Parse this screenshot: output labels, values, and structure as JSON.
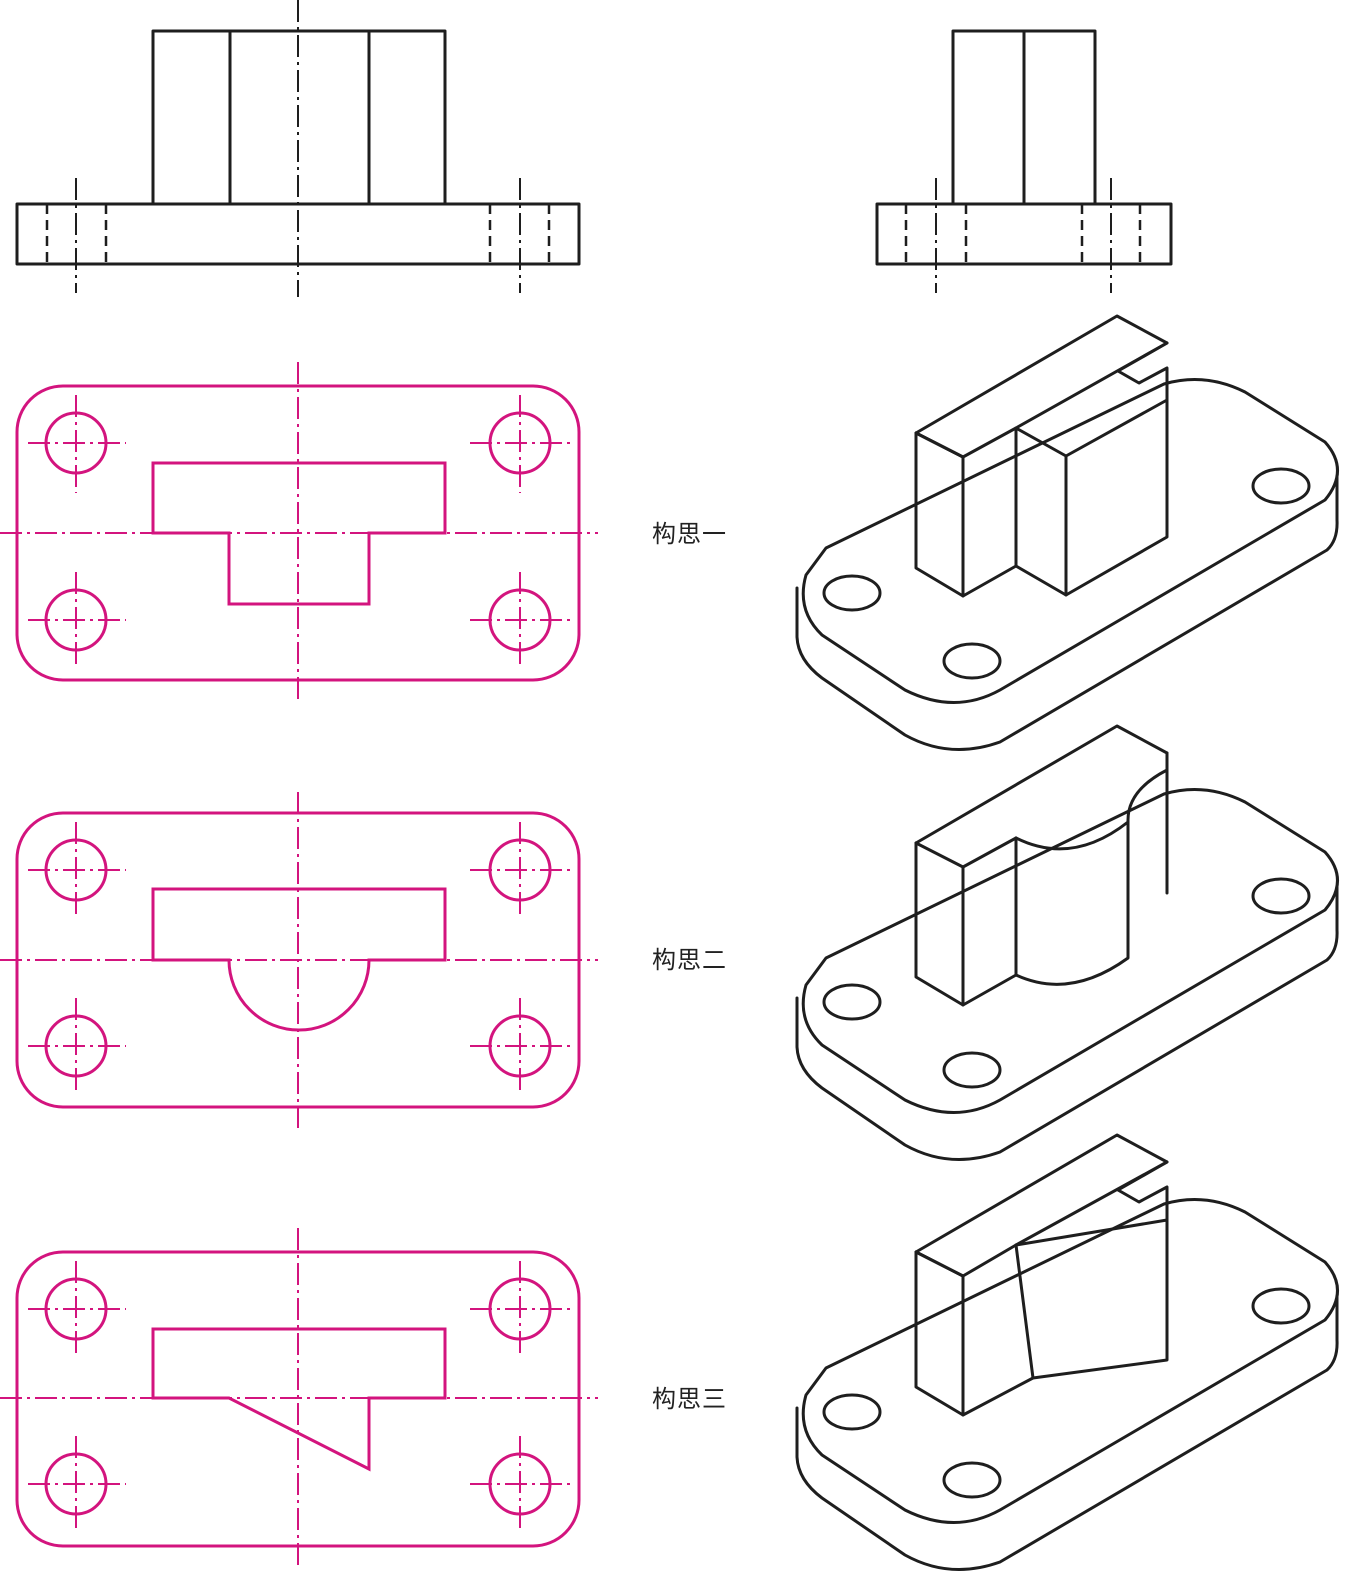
{
  "colors": {
    "ink": "#1e1e1e",
    "plan": "#d3147e"
  },
  "labels": {
    "concept1": "构思一",
    "concept2": "构思二",
    "concept3": "构思三"
  }
}
